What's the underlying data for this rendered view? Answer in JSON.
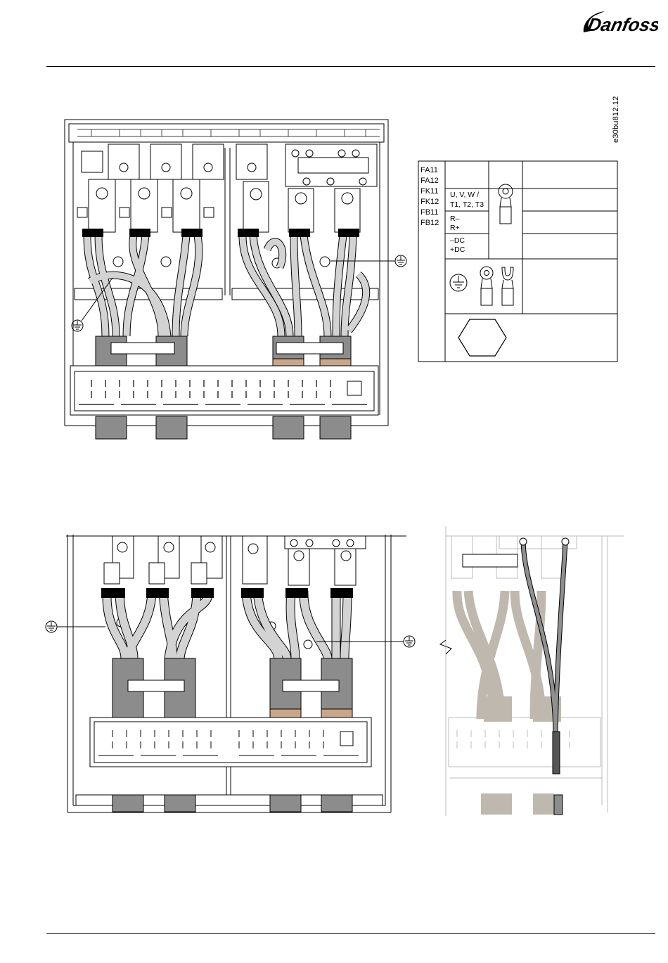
{
  "doc_ref": "e30bu812.12",
  "legend": {
    "models": [
      "FA11",
      "FA12",
      "FK11",
      "FK12",
      "FB11",
      "FB12"
    ],
    "terminals": [
      {
        "lines": [
          "U, V, W /",
          "T1, T2, T3"
        ]
      },
      {
        "lines": [
          "R–",
          "R+"
        ]
      },
      {
        "lines": [
          "–DC",
          "+DC"
        ]
      }
    ]
  },
  "icons": [
    "danfoss-logo",
    "ground-symbol",
    "ring-lug-icon",
    "fork-lug-icon",
    "hex-nut-icon"
  ],
  "colors": {
    "cable": "#d3d3d3",
    "cable_faded": "#bfb8ae",
    "clamp_block": "#8c8c8c",
    "sleeve": "#000000",
    "line": "#000000"
  }
}
